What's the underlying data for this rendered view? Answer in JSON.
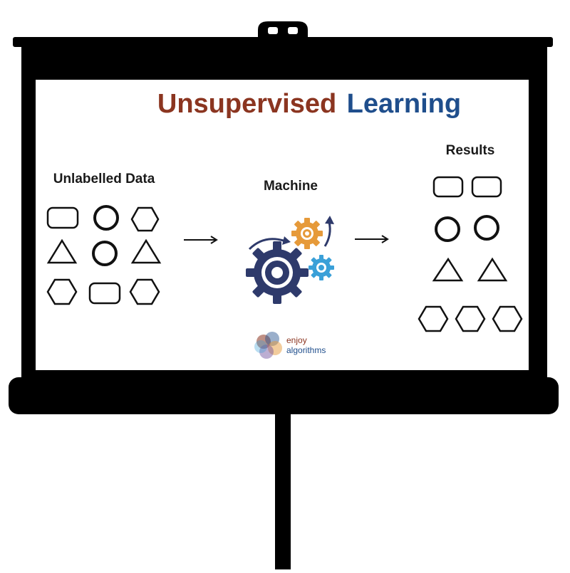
{
  "title": {
    "part1": "Unsupervised",
    "part2": "Learning"
  },
  "labels": {
    "input": "Unlabelled Data",
    "machine": "Machine",
    "results": "Results"
  },
  "logo": {
    "line1": "enjoy",
    "line2": "algorithms"
  },
  "colors": {
    "title_part1": "#8b3520",
    "title_part2": "#1f4e8c",
    "frame": "#000000",
    "gear_large": "#2e3a6b",
    "gear_orange": "#e69a3a",
    "gear_blue": "#3aa0d8"
  },
  "icons": [
    "rounded-rectangle-icon",
    "circle-icon",
    "hexagon-icon",
    "triangle-icon",
    "gears-icon",
    "arrow-right-icon"
  ]
}
